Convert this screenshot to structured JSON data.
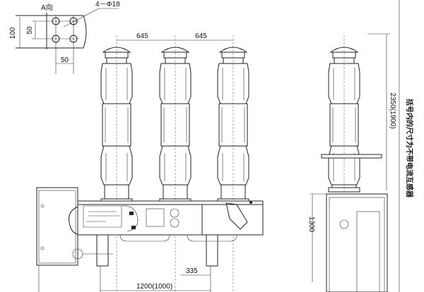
{
  "detail_view": {
    "title": "A向",
    "hole_callout": "4－Φ18",
    "dim_height": "100",
    "dim_hole_spacing_v": "50",
    "dim_hole_spacing_h": "50"
  },
  "front_view": {
    "pole_spacing_1": "645",
    "pole_spacing_2": "645",
    "dim_offset": "335",
    "dim_leg_spacing": "1200(1000)"
  },
  "side_view": {
    "dim_total_height": "2350(1900)",
    "dim_box_height": "1300"
  },
  "note": "括号内的尺寸为不带电流互感器"
}
